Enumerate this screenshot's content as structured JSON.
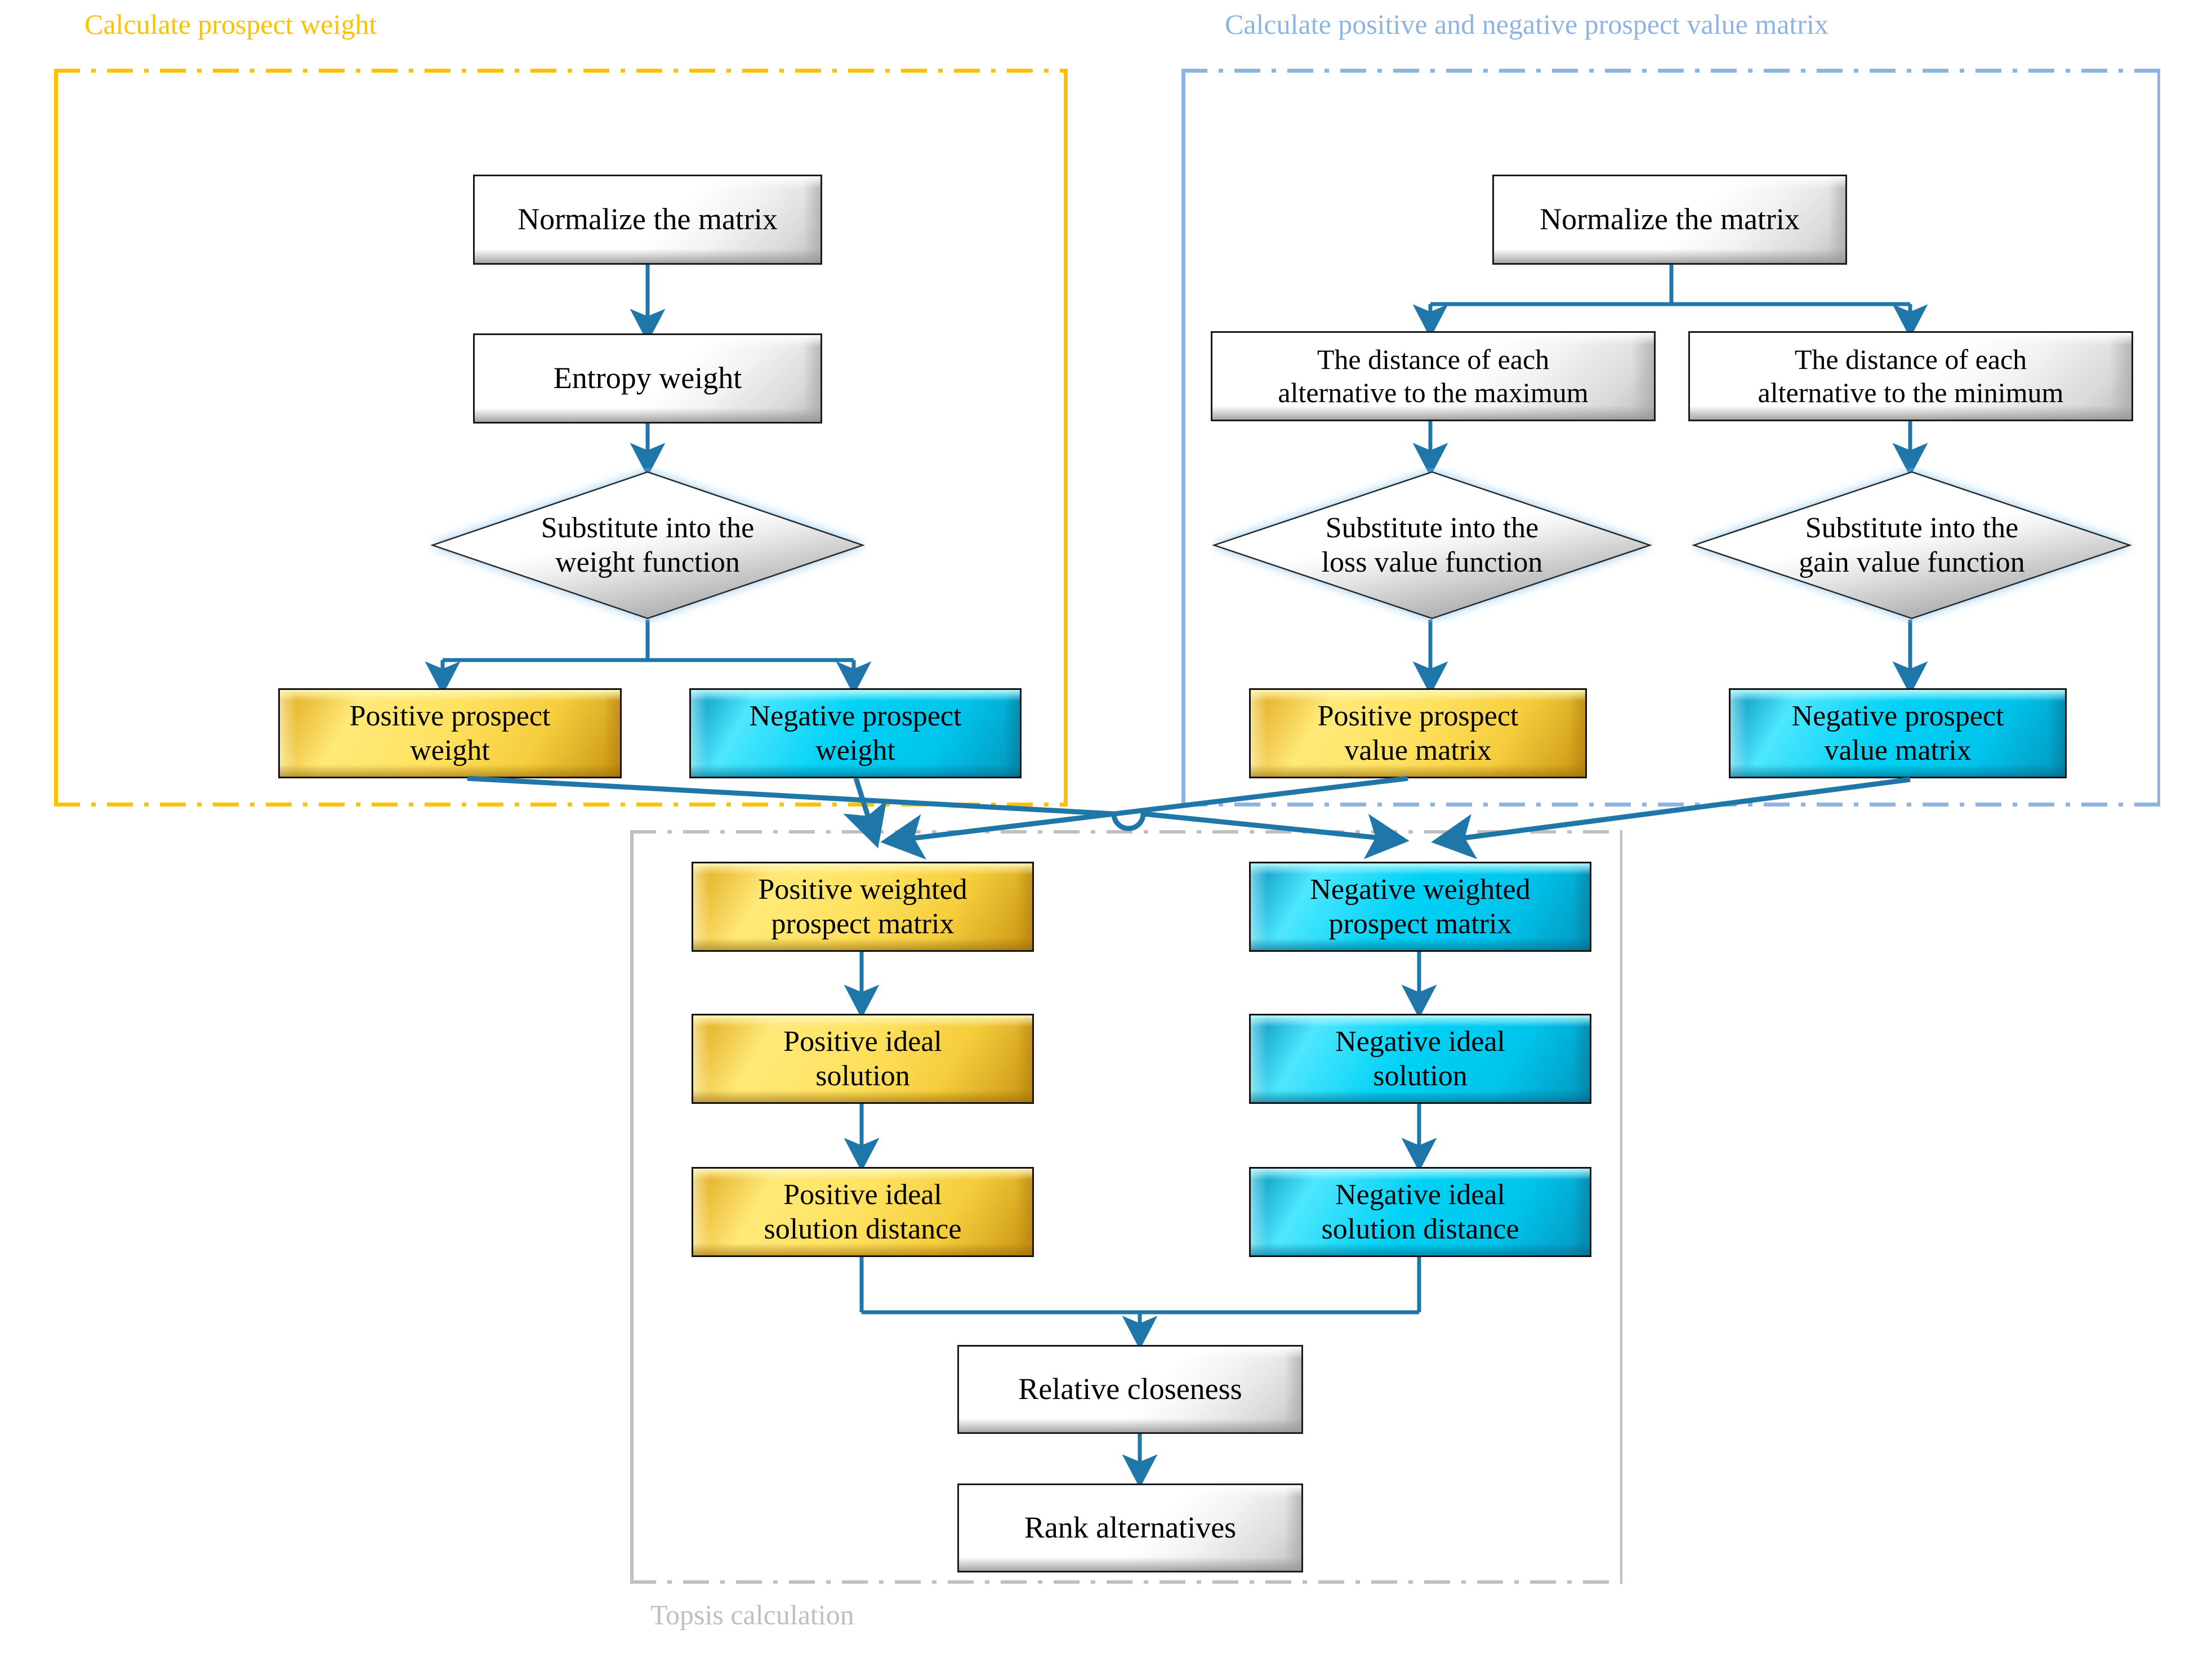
{
  "groups": {
    "left": {
      "label": "Calculate prospect weight",
      "color": "#FFC000"
    },
    "right": {
      "label": "Calculate positive and negative prospect value matrix",
      "color": "#8EB4E3"
    },
    "bottom": {
      "label": "Topsis calculation",
      "color": "#BFBFBF"
    }
  },
  "nodes": {
    "left_normalize": "Normalize the matrix",
    "left_entropy": "Entropy weight",
    "left_diamond_line1": "Substitute into the",
    "left_diamond_line2": "weight function",
    "positive_prospect_weight_l1": "Positive prospect",
    "positive_prospect_weight_l2": "weight",
    "negative_prospect_weight_l1": "Negative prospect",
    "negative_prospect_weight_l2": "weight",
    "right_normalize": "Normalize the matrix",
    "dist_max_l1": "The distance of each",
    "dist_max_l2": "alternative to the maximum",
    "dist_min_l1": "The distance of  each",
    "dist_min_l2": "alternative to the minimum",
    "loss_diamond_line1": "Substitute into the",
    "loss_diamond_line2": "loss value function",
    "gain_diamond_line1": "Substitute into the",
    "gain_diamond_line2": "gain value function",
    "positive_prospect_value_matrix_l1": "Positive prospect",
    "positive_prospect_value_matrix_l2": "value matrix",
    "negative_prospect_value_matrix_l1": "Negative prospect",
    "negative_prospect_value_matrix_l2": "value matrix",
    "positive_weighted_l1": "Positive weighted",
    "positive_weighted_l2": "prospect matrix",
    "negative_weighted_l1": "Negative weighted",
    "negative_weighted_l2": "prospect matrix",
    "positive_ideal_solution_l1": "Positive ideal",
    "positive_ideal_solution_l2": "solution",
    "negative_ideal_solution_l1": "Negative ideal",
    "negative_ideal_solution_l2": "solution",
    "positive_ideal_distance_l1": "Positive ideal",
    "positive_ideal_distance_l2": "solution distance",
    "negative_ideal_distance_l1": "Negative ideal",
    "negative_ideal_distance_l2": "solution distance",
    "relative_closeness": "Relative closeness",
    "rank_alternatives": "Rank alternatives"
  },
  "colors": {
    "connector": "#1F76A8",
    "gold": "#FFE261",
    "cyan": "#00D2F5",
    "frame_yellow": "#FFC000",
    "frame_blue": "#8EB4E3",
    "frame_gray": "#BFBFBF",
    "text": "#000000"
  }
}
